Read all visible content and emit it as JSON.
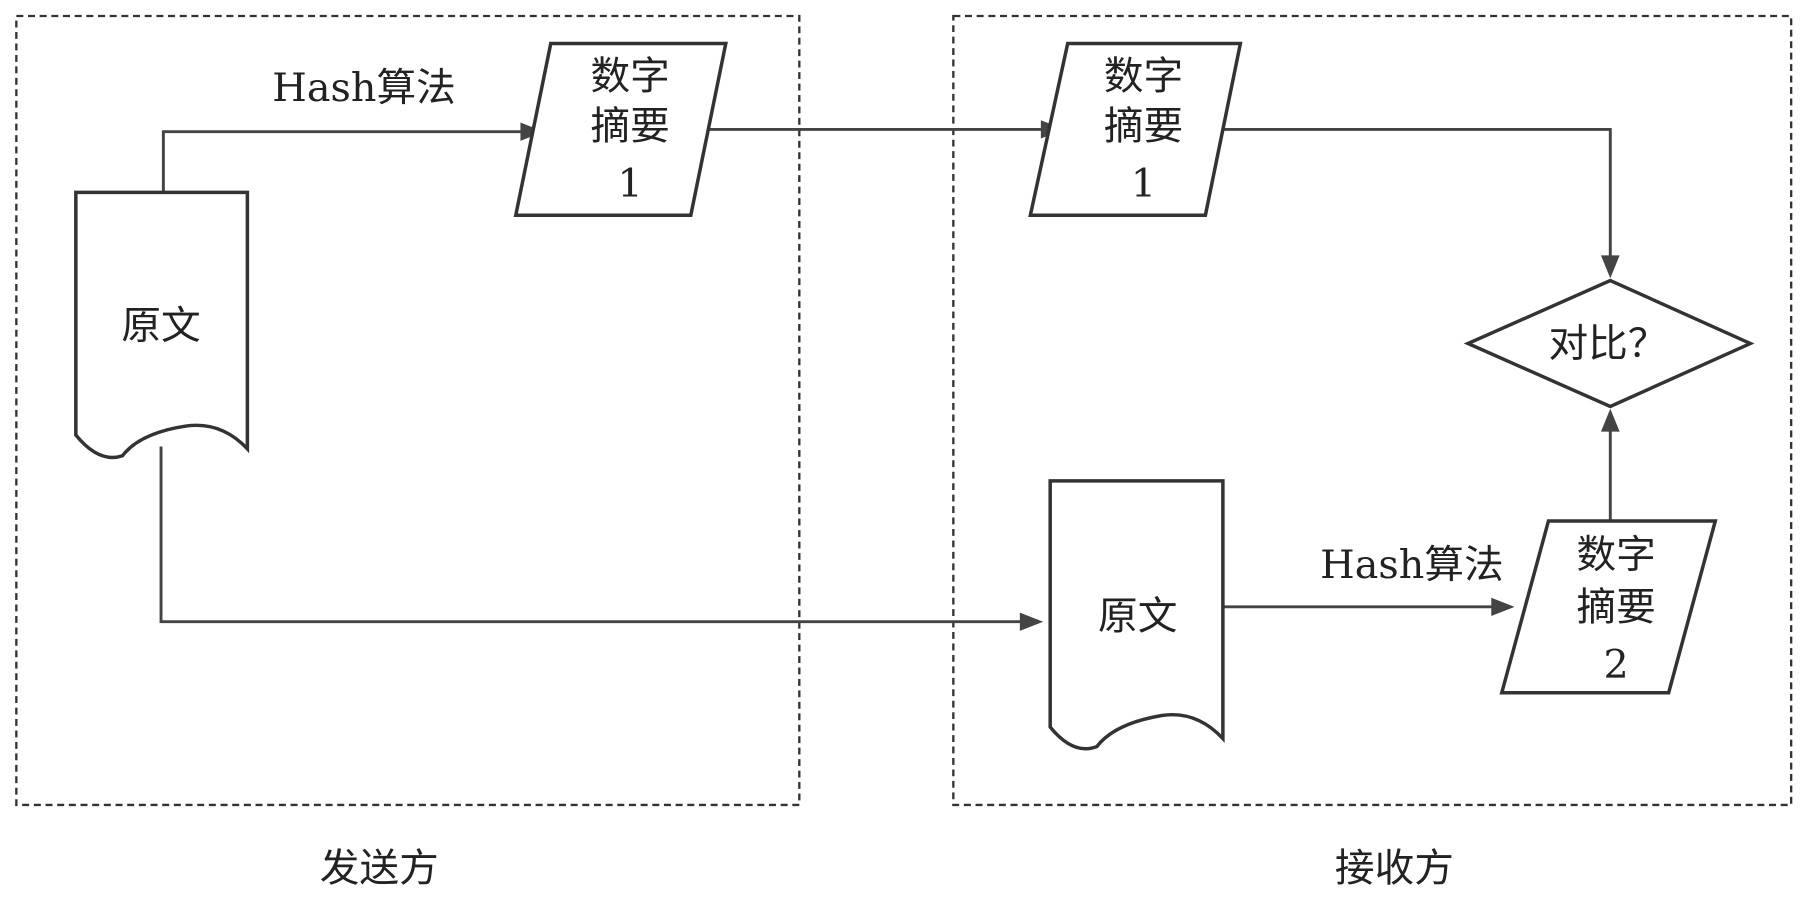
{
  "sender": {
    "label": "发送方",
    "document": "原文",
    "hash_label": "Hash算法",
    "digest": {
      "line1": "数字",
      "line2": "摘要",
      "line3": "1"
    }
  },
  "receiver": {
    "label": "接收方",
    "digest1": {
      "line1": "数字",
      "line2": "摘要",
      "line3": "1"
    },
    "compare": "对比？",
    "document": "原文",
    "hash_label": "Hash算法",
    "digest2": {
      "line1": "数字",
      "line2": "摘要",
      "line3": "2"
    }
  }
}
